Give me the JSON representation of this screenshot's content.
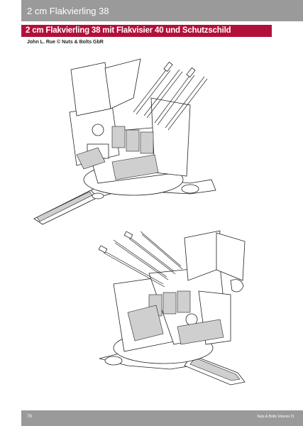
{
  "header": {
    "title": "2 cm Flakvierling 38"
  },
  "title_bar": {
    "text": "2 cm Flakvierling 38 mit Flakvisier 40 und Schutzschild"
  },
  "credit": {
    "text": "John L. Rue © Nuts & Bolts GbR"
  },
  "footer": {
    "page_number": "78",
    "publication": "Nuts & Bolts Volume 21"
  },
  "colors": {
    "header": "#9a9a9a",
    "title_bar": "#b2103a",
    "text_light": "#ffffff"
  },
  "figures": [
    {
      "icon": "flakvierling-drawing-front-left-icon"
    },
    {
      "icon": "flakvierling-drawing-front-right-icon"
    }
  ]
}
